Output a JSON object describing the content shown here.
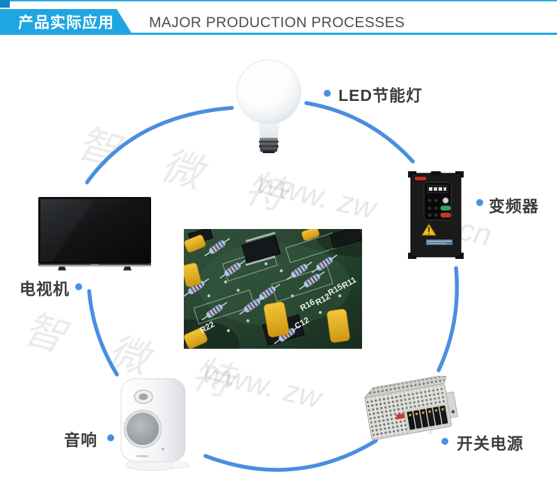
{
  "header": {
    "badge_label": "产品实际应用",
    "title": "MAJOR PRODUCTION PROCESSES"
  },
  "watermarks": {
    "brand": "智 微 特",
    "url_www": "www.",
    "url_zw": "zw",
    "url_cn": ".cn"
  },
  "products": [
    {
      "id": "led-bulb",
      "label": "LED节能灯"
    },
    {
      "id": "inverter",
      "label": "变频器"
    },
    {
      "id": "tv",
      "label": "电视机"
    },
    {
      "id": "speaker",
      "label": "音响"
    },
    {
      "id": "switching-power-supply",
      "label": "开关电源"
    }
  ],
  "center_image": {
    "silkscreen_labels": [
      "R22",
      "R16",
      "R12",
      "R15",
      "R11",
      "C12"
    ]
  },
  "colors": {
    "banner_blue": "#1ea6e1",
    "corner_blue": "#1583c9",
    "arc_blue": "#4a8ee0",
    "bullet_blue": "#4a90e2",
    "label_text": "#3b3b3b",
    "title_text": "#4d4d4d"
  }
}
